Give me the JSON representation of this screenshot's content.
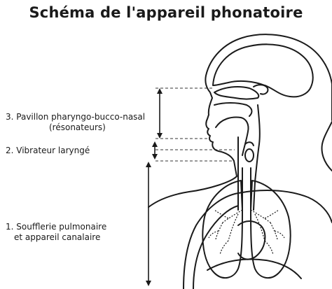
{
  "title": "Schéma de l'appareil phonatoire",
  "labels": {
    "resonators_line1": "3. Pavillon pharyngo-bucco-nasal",
    "resonators_line2": "(résonateurs)",
    "vibrator": "2. Vibrateur laryngé",
    "bellows_line1": "1. Soufflerie pulmonaire",
    "bellows_line2": "et appareil canalaire"
  }
}
